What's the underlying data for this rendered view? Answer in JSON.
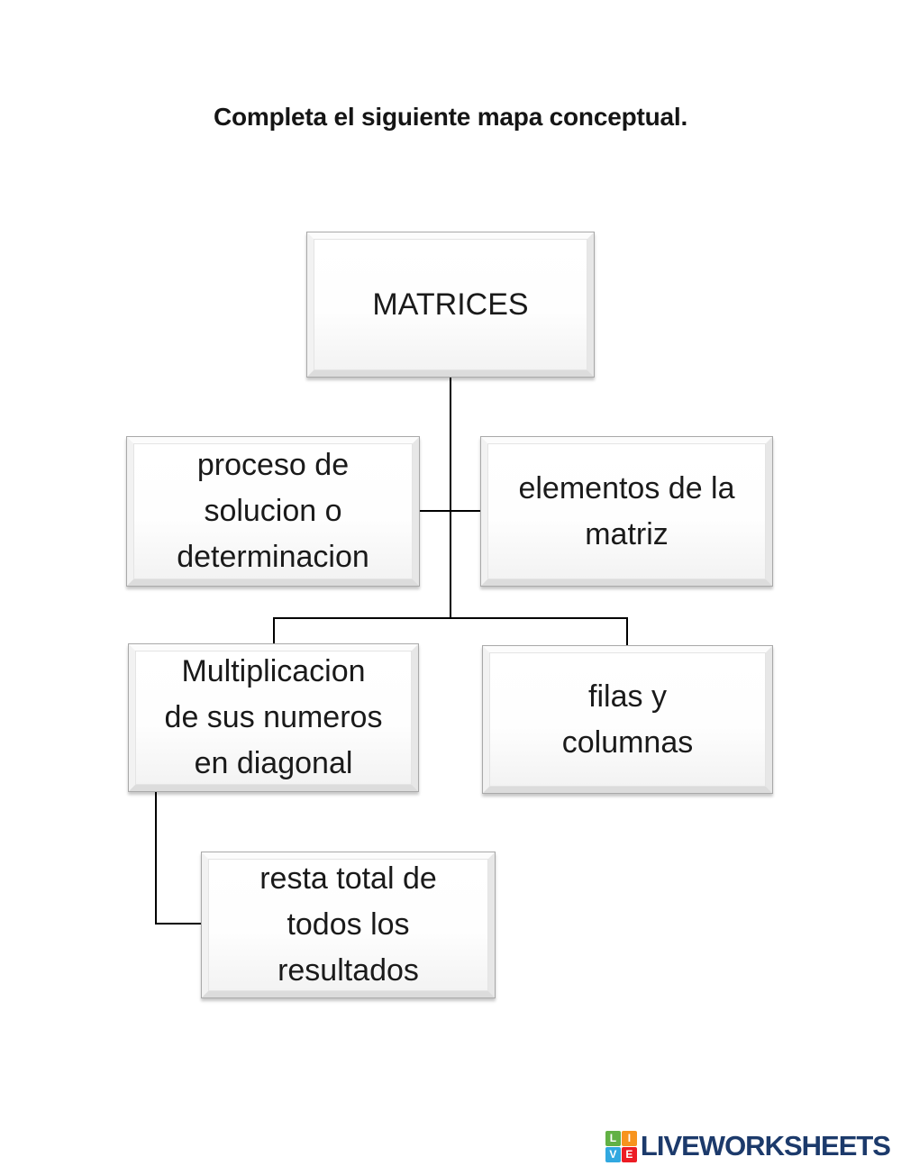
{
  "page": {
    "title": "Completa el siguiente mapa conceptual.",
    "background_color": "#ffffff",
    "connector_color": "#000000"
  },
  "diagram": {
    "type": "concept-map",
    "nodes": [
      {
        "id": "matrices",
        "label": "MATRICES",
        "lines": [
          "MATRICES"
        ]
      },
      {
        "id": "proceso",
        "label": "proceso de solucion o determinacion",
        "lines": [
          "proceso de",
          "solucion o",
          "determinacion"
        ]
      },
      {
        "id": "elementos",
        "label": "elementos de la matriz",
        "lines": [
          "elementos de la",
          "matriz"
        ]
      },
      {
        "id": "multiplicacion",
        "label": "Multiplicacion de sus numeros en diagonal",
        "lines": [
          "Multiplicacion",
          "de sus numeros",
          "en diagonal"
        ]
      },
      {
        "id": "filas",
        "label": "filas y columnas",
        "lines": [
          "filas y",
          "columnas"
        ]
      },
      {
        "id": "resta",
        "label": "resta total de todos los resultados",
        "lines": [
          "resta total de",
          "todos los",
          "resultados"
        ]
      }
    ],
    "edges": [
      {
        "from": "matrices",
        "to": "proceso"
      },
      {
        "from": "matrices",
        "to": "elementos"
      },
      {
        "from": "matrices",
        "to": "multiplicacion"
      },
      {
        "from": "matrices",
        "to": "filas"
      },
      {
        "from": "multiplicacion",
        "to": "resta"
      }
    ]
  },
  "footer": {
    "logo": {
      "text": "LIVEWORKSHEETS",
      "text_color": "#1c3a6b",
      "squares": [
        {
          "letter": "L",
          "color": "#62b144"
        },
        {
          "letter": "I",
          "color": "#f7941e"
        },
        {
          "letter": "V",
          "color": "#31a8e0"
        },
        {
          "letter": "E",
          "color": "#ec1c24"
        }
      ]
    }
  }
}
